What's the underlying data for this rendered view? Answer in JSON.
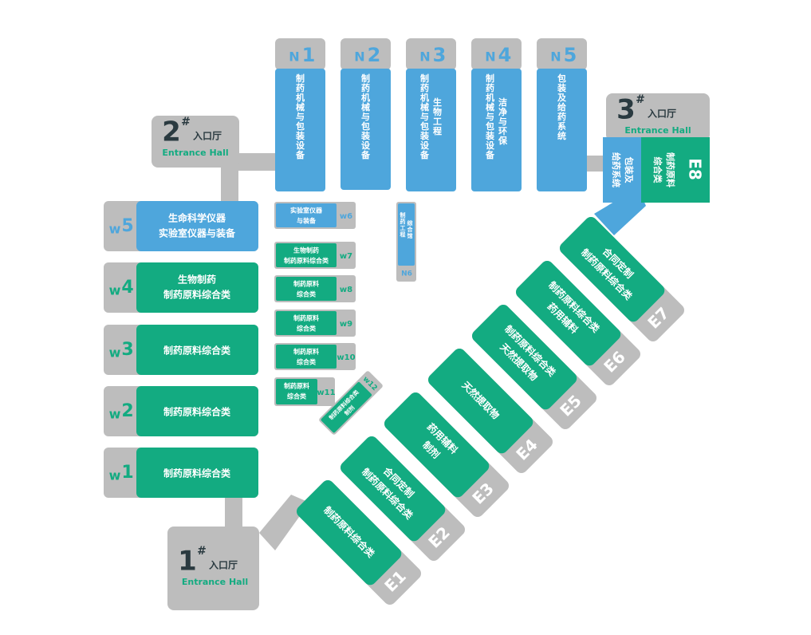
{
  "colors": {
    "gray": "#bdbdbd",
    "green": "#13ab81",
    "blue": "#4ea6dc",
    "code_white": "#ffffff",
    "code_blue": "#4ea6dc",
    "code_green": "#13ab81",
    "entrance_dark": "#2a3a40",
    "entrance_green": "#13ab81"
  },
  "entrances": [
    {
      "id": "entrance-1",
      "num": "1",
      "mark": "#",
      "label": "入口厅",
      "en": "Entrance Hall"
    },
    {
      "id": "entrance-2",
      "num": "2",
      "mark": "#",
      "label": "入口厅",
      "en": "Entrance Hall"
    },
    {
      "id": "entrance-3",
      "num": "3",
      "mark": "#",
      "label": "入口厅",
      "en": "Entrance Hall"
    }
  ],
  "north_halls": [
    {
      "code_letter": "N",
      "code_num": "1",
      "label": "制药机械与包装设备"
    },
    {
      "code_letter": "N",
      "code_num": "2",
      "label": "制药机械与包装设备"
    },
    {
      "code_letter": "N",
      "code_num": "3",
      "label_lines": [
        "制药机械与包装设备",
        "生物工程"
      ]
    },
    {
      "code_letter": "N",
      "code_num": "4",
      "label_lines": [
        "制药机械与包装设备",
        "洁净与环保"
      ]
    },
    {
      "code_letter": "N",
      "code_num": "5",
      "label": "包装及给药系统"
    }
  ],
  "n6": {
    "code": "N6",
    "label_lines": [
      "制药工程",
      "综合馆"
    ]
  },
  "west_halls": [
    {
      "code": "W5",
      "label_lines": [
        "生命科学仪器",
        "实验室仪器与装备"
      ]
    },
    {
      "code": "W4",
      "label_lines": [
        "生物制药",
        "制药原料综合类"
      ]
    },
    {
      "code": "W3",
      "label_lines": [
        "制药原料综合类"
      ]
    },
    {
      "code": "W2",
      "label_lines": [
        "制药原料综合类"
      ]
    },
    {
      "code": "W1",
      "label_lines": [
        "制药原料综合类"
      ]
    }
  ],
  "small_halls": [
    {
      "code": "W6",
      "label_lines": [
        "实验室仪器",
        "与装备"
      ]
    },
    {
      "code": "W7",
      "label_lines": [
        "生物制药",
        "制药原料综合类"
      ]
    },
    {
      "code": "W8",
      "label_lines": [
        "制药原料",
        "综合类"
      ]
    },
    {
      "code": "W9",
      "label_lines": [
        "制药原料",
        "综合类"
      ]
    },
    {
      "code": "W10",
      "label_lines": [
        "制药原料",
        "综合类"
      ]
    },
    {
      "code": "W11",
      "label_lines": [
        "制药原料",
        "综合类"
      ]
    },
    {
      "code": "W12",
      "label_lines": [
        "制药原料综合类",
        "制剂"
      ]
    }
  ],
  "east_halls": [
    {
      "code": "E1",
      "label_lines": [
        "制药原料综合类"
      ]
    },
    {
      "code": "E2",
      "label_lines": [
        "合同定制",
        "制药原料综合类"
      ]
    },
    {
      "code": "E3",
      "label_lines": [
        "药用辅料",
        "制剂"
      ]
    },
    {
      "code": "E4",
      "label_lines": [
        "天然提取物"
      ]
    },
    {
      "code": "E5",
      "label_lines": [
        "制药原料综合类",
        "天然提取物"
      ]
    },
    {
      "code": "E6",
      "label_lines": [
        "制药原料综合类",
        "药用辅料"
      ]
    },
    {
      "code": "E7",
      "label_lines": [
        "合同定制",
        "制药原料综合类"
      ]
    }
  ],
  "e8": {
    "code": "E8",
    "label_lines": [
      "制药原料",
      "综合类"
    ],
    "side_lines": [
      "包装及",
      "给药系统"
    ]
  }
}
